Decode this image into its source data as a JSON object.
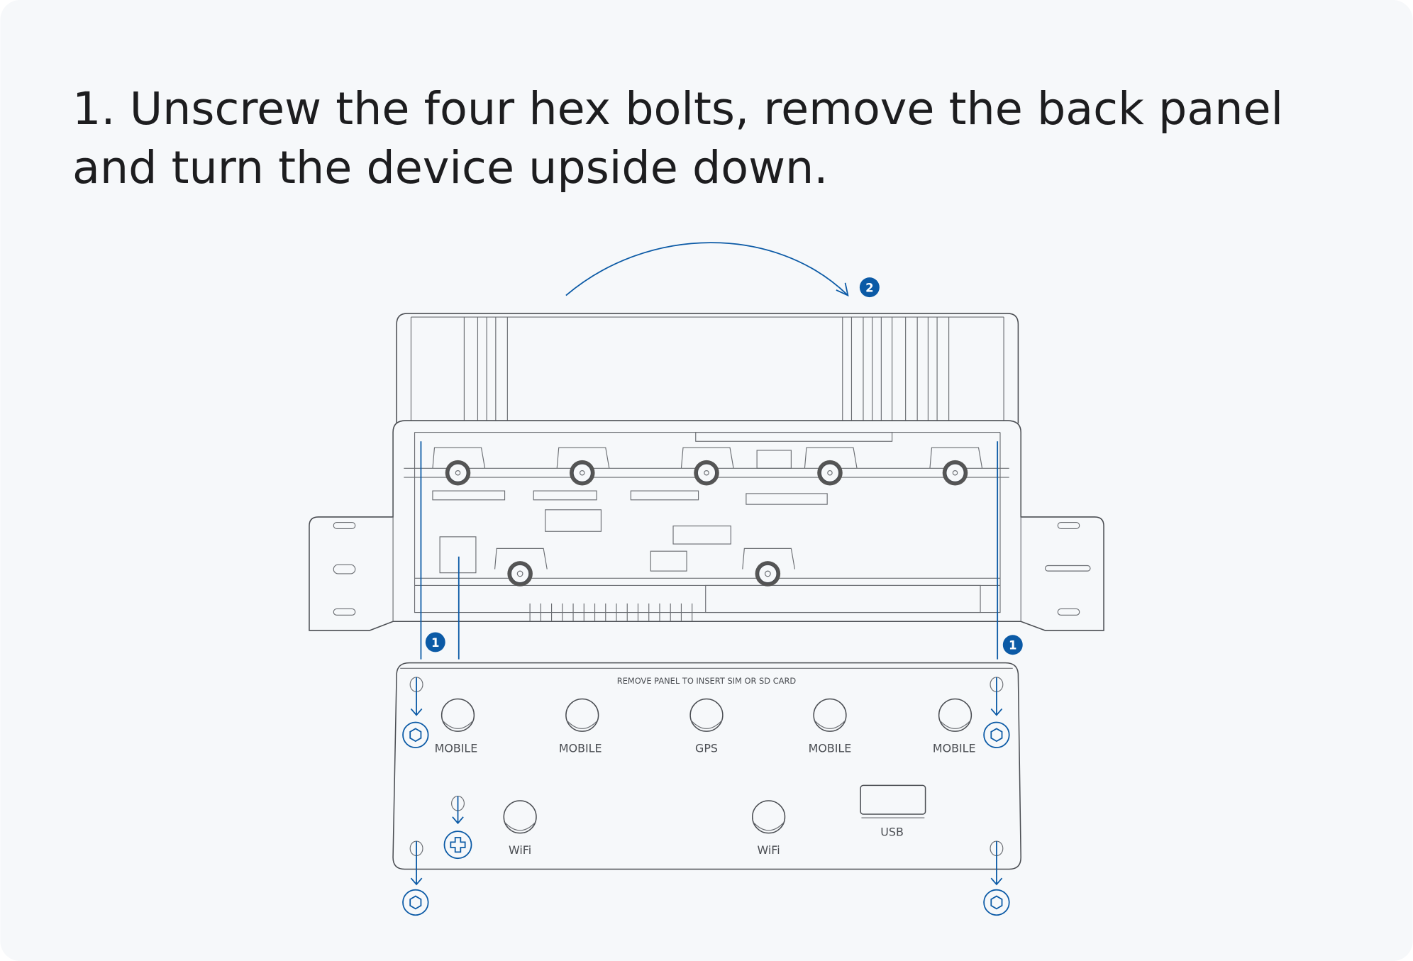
{
  "title": {
    "line1": "1. Unscrew the four hex bolts, remove the back panel",
    "line2": "and turn the device upside down."
  },
  "panel": {
    "notice": "REMOVE PANEL TO INSERT SIM OR SD CARD",
    "ports": [
      {
        "label": "MOBILE"
      },
      {
        "label": "MOBILE"
      },
      {
        "label": "GPS"
      },
      {
        "label": "MOBILE"
      },
      {
        "label": "MOBILE"
      }
    ],
    "wifi": [
      {
        "label": "WiFi"
      },
      {
        "label": "WiFi"
      }
    ],
    "usb_label": "USB"
  },
  "steps": {
    "step1": "1",
    "step2": "2"
  },
  "colors": {
    "accent": "#0b5aa6",
    "background": "#f6f8fa",
    "line": "#4a4d52"
  }
}
